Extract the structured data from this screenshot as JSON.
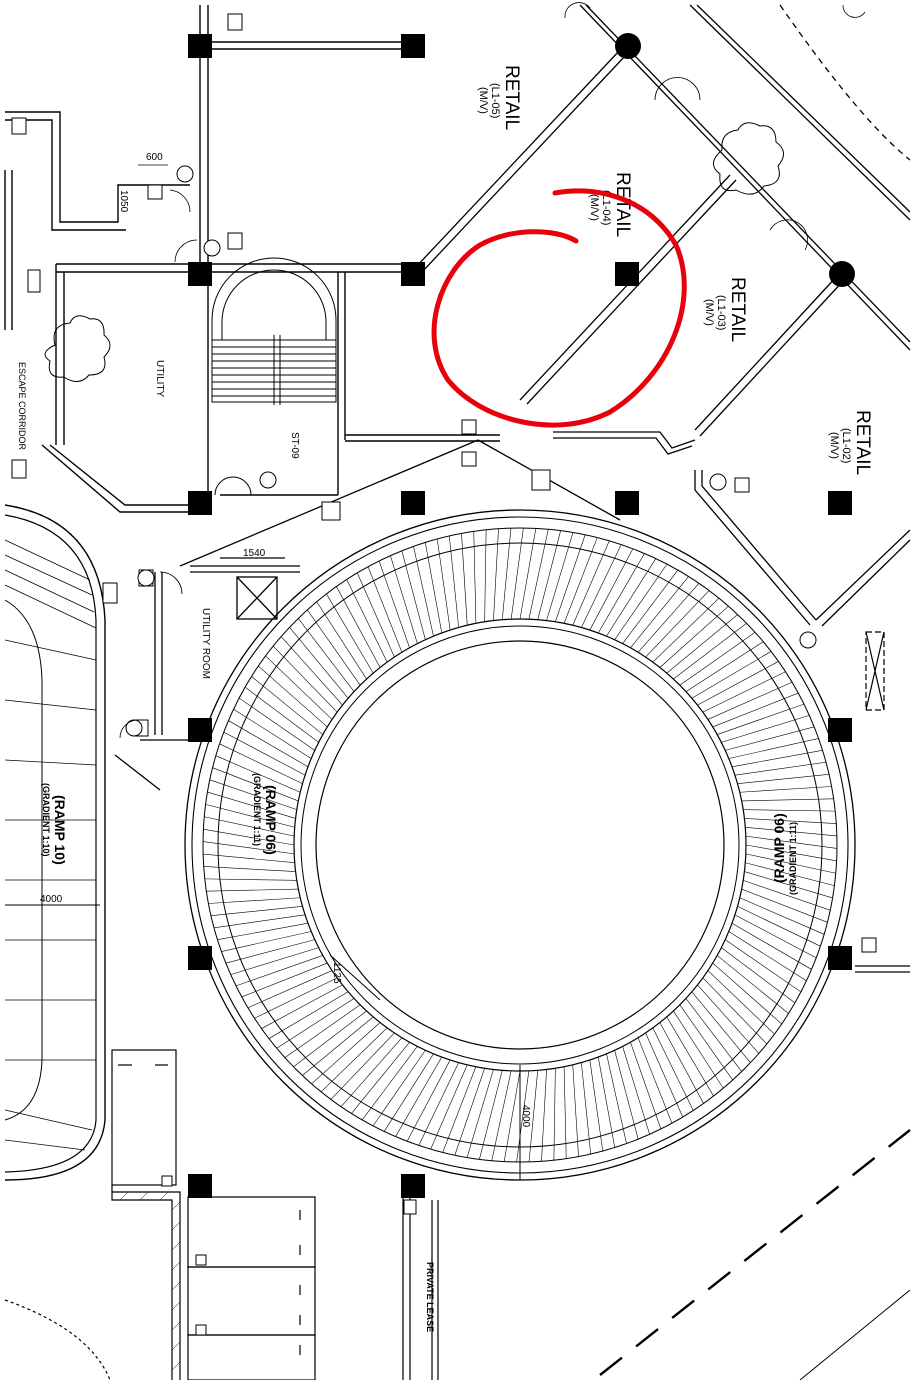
{
  "rooms": {
    "retail_l1_05": {
      "title": "RETAIL",
      "unit": "(L1-05)",
      "sub": "(M/V)"
    },
    "retail_l1_04": {
      "title": "RETAIL",
      "unit": "(L1-04)",
      "sub": "(M/V)"
    },
    "retail_l1_03": {
      "title": "RETAIL",
      "unit": "(L1-03)",
      "sub": "(M/V)"
    },
    "retail_l1_02": {
      "title": "RETAIL",
      "unit": "(L1-02)",
      "sub": "(M/V)"
    },
    "utility": "UTILITY",
    "utility_room": "UTILITY ROOM",
    "stair": "ST-09",
    "escape_corridor": "ESCAPE CORRIDOR",
    "private_lease": "PRIVATE LEASE"
  },
  "ramps": {
    "ramp_06": {
      "name": "(RAMP 06)",
      "gradient": "(GRADIENT 1:11)"
    },
    "ramp_10": {
      "name": "(RAMP 10)",
      "gradient": "(GRADIENT 1:10)"
    }
  },
  "dimensions": {
    "d600": "600",
    "d1050": "1050",
    "d1540": "1540",
    "d4000_left": "4000",
    "d4000_bottom": "4000",
    "d1125": "1125"
  },
  "colors": {
    "markup": "#e8000b",
    "ink": "#000000"
  }
}
